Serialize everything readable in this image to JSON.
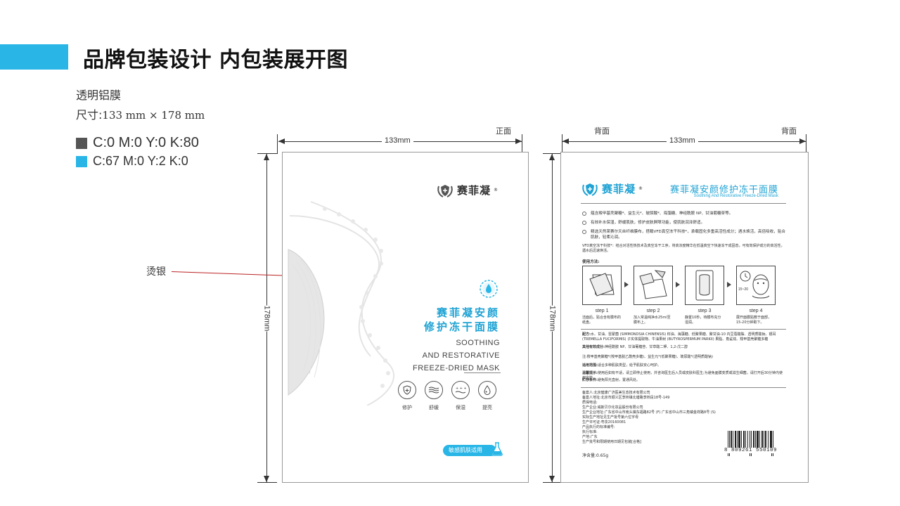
{
  "header": {
    "title": "品牌包装设计 内包装展开图",
    "accent_color": "#29b6e6"
  },
  "specs": {
    "material": "透明铝膜",
    "size_prefix": "尺寸:",
    "size_value": "133 mm × 178 mm",
    "colors": [
      {
        "label": "C:0 M:0 Y:0 K:80",
        "hex": "#555555"
      },
      {
        "label": "C:67 M:0 Y:2 K:0",
        "hex": "#29b6e6"
      }
    ]
  },
  "dimensions": {
    "width_label": "133mm",
    "height_label": "178mm",
    "front_label": "正面",
    "back_label": "背面"
  },
  "callout": {
    "label": "烫银"
  },
  "front": {
    "brand": "赛菲凝",
    "title_line1": "赛菲凝安颜",
    "title_line2": "修护冻干面膜",
    "en_line1": "SOOTHING",
    "en_line2": "AND RESTORATIVE",
    "en_line3": "FREEZE-DRIED MASK",
    "features": [
      {
        "icon": "shield-plus-icon",
        "label": "修护"
      },
      {
        "icon": "waves-icon",
        "label": "舒缓"
      },
      {
        "icon": "droplets-icon",
        "label": "保湿"
      },
      {
        "icon": "drop-icon",
        "label": "提亮"
      }
    ],
    "badge": "敏感肌肤适用",
    "brand_color": "#1fa3d4"
  },
  "back": {
    "brand": "赛菲凝",
    "title": "赛菲凝安颜修护冻干面膜",
    "subtitle": "Soothing And Restorative Freeze-Dried Mask",
    "bullets": [
      "蕴含羧甲基壳聚糖*、益生元*、玻尿酸*、海藻糖、神经酰胺 NP、甘油葡糖苷等。",
      "有效补水保湿，舒缓肌肤，修护皮肤屏障功能，使肌肤润泽舒适。",
      "精选天然莱赛尔天丝纤维膜布，搭载VFD真空冻干科技*，承载固化多重高活性成分；遇水焕活，高倍吸收，贴合肌肤，轻柔沁润。"
    ],
    "vfd_note": "VFD真空冻干科技*：结合对活性热技术及真空冻干工序，将高浓度精华在低温真空下快速冻干成固态，可有效保护成分的高活性，遇水后迅速焕活。",
    "usage_title": "使用方法:",
    "steps": [
      {
        "name": "step 1",
        "desc": "洁面后，贴合含有膜布的纸盘。"
      },
      {
        "name": "step 2",
        "desc": "加入常温纯净水25ml至膜布上。"
      },
      {
        "name": "step 3",
        "desc": "静置10秒，待膜布充分湿润。"
      },
      {
        "name": "step 4",
        "desc": "展开面膜贴敷于面部，15-20分钟取下。",
        "timer": "15~20"
      }
    ],
    "ingredients_label": "配方:",
    "ingredients": "水、甘油、雷蒙菌 (SIMMONDSIA CHINENSIS) 籽油、海藻糖、低聚果糖、聚甘油-10 内豆蔻酸酯、透明质酸钠、银耳 (TREMELLA FUCIFORMIS) 子实体提取物、牛油果树 (BUTYROSPERMUM PARKII) 果脂、角鲨烷、羧甲基壳聚糖多糖",
    "other_label": "其他有效成分:",
    "other": "神经酰胺 NP、甘油葡糖苷、甘草酸二钾、1,2-戊二醇",
    "note": "注:羧甲基壳聚糖*(羧甲基脱乙酰壳多糖)、益生元*(低聚果糖)、玻尿酸*(透明质酸钠)",
    "suitable_label": "适用范围:",
    "suitable": "适合多种肌肤类型，给予肌肤安心呵护。",
    "warning_label": "温馨提示:",
    "warning": "使用后如有不适，请立即停止使用，并咨询医生后入员或皮肤科医生;为避免面膜变质或滋生细菌，请打开后30分钟内使用完毕。",
    "storage_label": "贮存条件:",
    "storage": "避免阳光直射，置通风处。",
    "company_lines": [
      "备案人:北京健康广济医美生态技术有限公司",
      "备案人地址:北京市顺义区李桥镇北塘路李桥段18号-149",
      "质保电话:",
      "生产企业:威斯贝尔化妆品股份有限公司",
      "生产企业地址:广东省中山市南头镇东福路82号 (F)   广东省中山市三角镇金祥路8号 (S)",
      "实际生产地址见生产批号第六位字母",
      "生产许可证:粤妆20160081",
      "产品执行的标准编号:",
      "执行标准:",
      "产地:广东",
      "生产批号和限期使用日期见包装[合格]"
    ],
    "net": "净含量:0.65g",
    "barcode": "8 809261 550109"
  }
}
